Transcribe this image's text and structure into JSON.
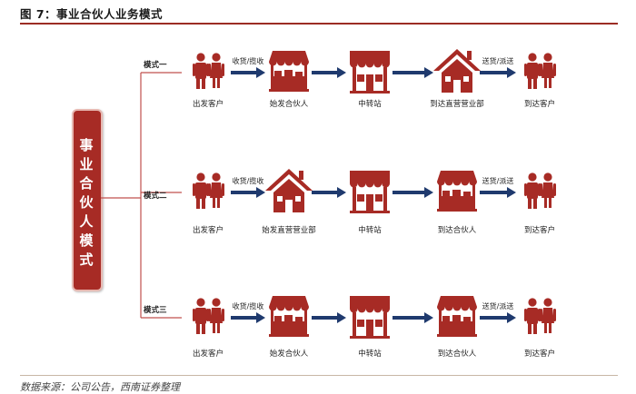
{
  "figure_title": "图 7：事业合伙人业务模式",
  "central_label": "事业合伙人模式",
  "modes": [
    {
      "label": "模式一",
      "nodes": [
        "出发客户",
        "始发合伙人",
        "中转站",
        "到达直营营业部",
        "到达客户"
      ],
      "edge_labels": [
        "收货/揽收",
        "",
        "",
        "送货/派送"
      ]
    },
    {
      "label": "模式二",
      "nodes": [
        "出发客户",
        "始发直营营业部",
        "中转站",
        "到达合伙人",
        "到达客户"
      ],
      "edge_labels": [
        "收货/揽收",
        "",
        "",
        "送货/派送"
      ]
    },
    {
      "label": "模式三",
      "nodes": [
        "出发客户",
        "始发合伙人",
        "中转站",
        "到达合伙人",
        "到达客户"
      ],
      "edge_labels": [
        "收货/揽收",
        "",
        "",
        "送货/派送"
      ]
    }
  ],
  "source_note": "数据来源：公司公告，西南证券整理",
  "colors": {
    "accent": "#a72b25",
    "arrow": "#1f3a6e",
    "connector": "#c0504d"
  },
  "icons": {
    "customer": "couple-icon",
    "partner": "market-stall-icon",
    "transit": "shop-icon",
    "direct_branch": "house-icon"
  }
}
